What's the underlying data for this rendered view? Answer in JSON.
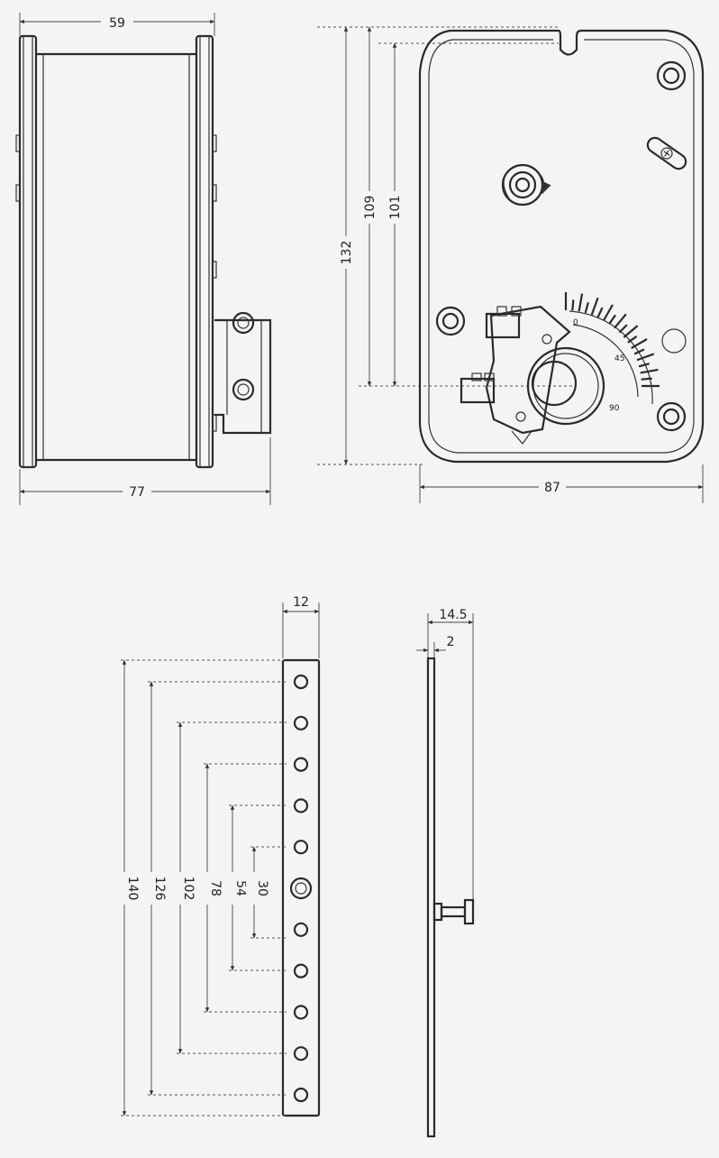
{
  "views": {
    "side": {
      "width_top": "59",
      "width_bottom": "77"
    },
    "front": {
      "height_total": "132",
      "height_shaft_a": "109",
      "height_shaft_b": "101",
      "width": "87",
      "scale_marks": [
        "0",
        "45",
        "90"
      ]
    },
    "bracket": {
      "width": "12",
      "spacings": [
        "140",
        "126",
        "102",
        "78",
        "54",
        "30"
      ],
      "hole_count": 11
    },
    "bracket_side": {
      "depth": "14.5",
      "thickness": "2"
    }
  }
}
